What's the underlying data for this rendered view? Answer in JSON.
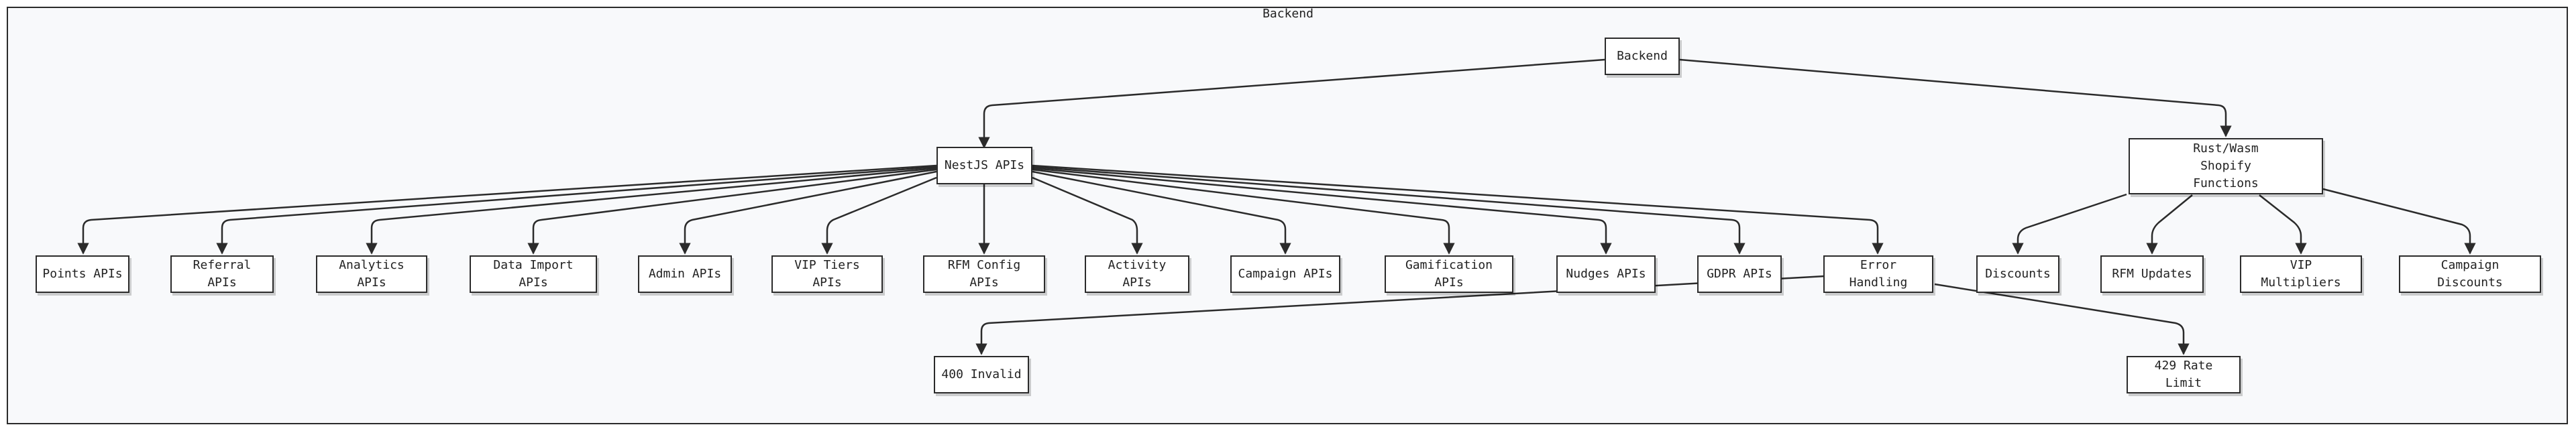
{
  "diagram": {
    "frame_title": "Backend",
    "nodes": {
      "backend": "Backend",
      "nestjs": "NestJS APIs",
      "rust": "Rust/Wasm Shopify Functions",
      "points": "Points APIs",
      "referral": "Referral APIs",
      "analytics": "Analytics APIs",
      "dataimport": "Data Import APIs",
      "admin": "Admin APIs",
      "viptiers": "VIP Tiers APIs",
      "rfmconfig": "RFM Config APIs",
      "activity": "Activity APIs",
      "campaign": "Campaign APIs",
      "gamification": "Gamification APIs",
      "nudges": "Nudges APIs",
      "gdpr": "GDPR APIs",
      "errorhandling": "Error Handling",
      "discounts": "Discounts",
      "rfmupdates": "RFM Updates",
      "vipmultipliers": "VIP Multipliers",
      "campaigndiscounts": "Campaign Discounts",
      "invalid400": "400 Invalid",
      "ratelimit429": "429 Rate Limit"
    },
    "colors": {
      "frame_background": "#f8f9fb",
      "node_background": "#ffffff",
      "stroke": "#2b2b2b"
    }
  }
}
